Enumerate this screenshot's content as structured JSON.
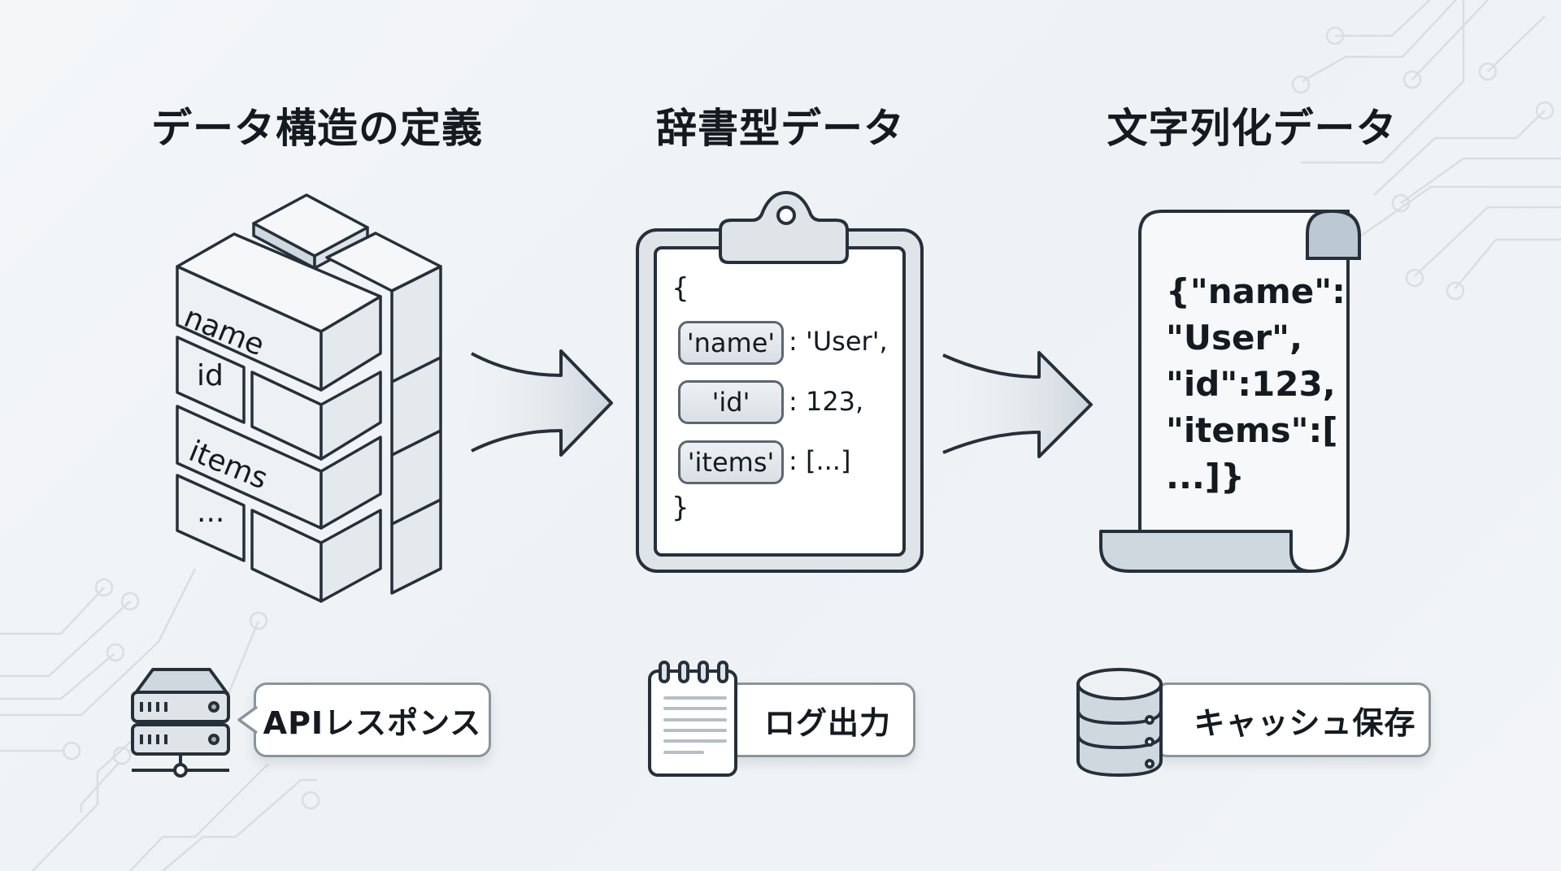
{
  "columns": [
    {
      "title": "データ構造の定義",
      "illustration": "block-stack",
      "block_labels": [
        "name",
        "id",
        "items",
        "..."
      ],
      "use_case": {
        "icon": "server-icon",
        "label": "APIレスポンス"
      }
    },
    {
      "title": "辞書型データ",
      "illustration": "clipboard",
      "open_brace": "{",
      "close_brace": "}",
      "entries": [
        {
          "key": "'name'",
          "value": ": 'User',"
        },
        {
          "key": "'id'",
          "value": ": 123,"
        },
        {
          "key": "'items'",
          "value": ": [...]"
        }
      ],
      "use_case": {
        "icon": "notepad-icon",
        "label": "ログ出力"
      }
    },
    {
      "title": "文字列化データ",
      "illustration": "scroll",
      "serialized_lines": [
        "{\"name\":",
        "\"User\",",
        "\"id\":123,",
        "\"items\":[",
        "...]}"
      ],
      "use_case": {
        "icon": "database-icon",
        "label": "キャッシュ保存"
      }
    }
  ],
  "arrows": [
    "arrow-right",
    "arrow-right"
  ],
  "colors": {
    "outline": "#26303b",
    "fill_light": "#eef1f4",
    "fill_mid": "#cfd7df",
    "label_border": "#8b949c",
    "text": "#151a20"
  }
}
